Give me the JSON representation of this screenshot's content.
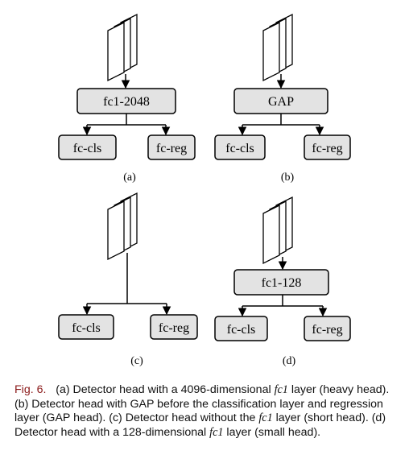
{
  "panels": [
    {
      "sub_label": "(a)",
      "middle_box": "fc1-2048",
      "outputs": [
        "fc-cls",
        "fc-reg"
      ]
    },
    {
      "sub_label": "(b)",
      "middle_box": "GAP",
      "outputs": [
        "fc-cls",
        "fc-reg"
      ]
    },
    {
      "sub_label": "(c)",
      "middle_box": null,
      "outputs": [
        "fc-cls",
        "fc-reg"
      ]
    },
    {
      "sub_label": "(d)",
      "middle_box": "fc1-128",
      "outputs": [
        "fc-cls",
        "fc-reg"
      ]
    }
  ],
  "caption": {
    "fig_label": "Fig. 6.",
    "part1": "(a) Detector head with a 4096-dimensional ",
    "math1": "fc1",
    "part2": " layer (heavy head). (b) Detector head with GAP before the classification layer and regression layer (GAP head). (c) Detector head without the ",
    "math2": "fc1",
    "part3": " layer (short head). (d) Detector head with a 128-dimensional ",
    "math3": "fc1",
    "part4": " layer (small head)."
  }
}
